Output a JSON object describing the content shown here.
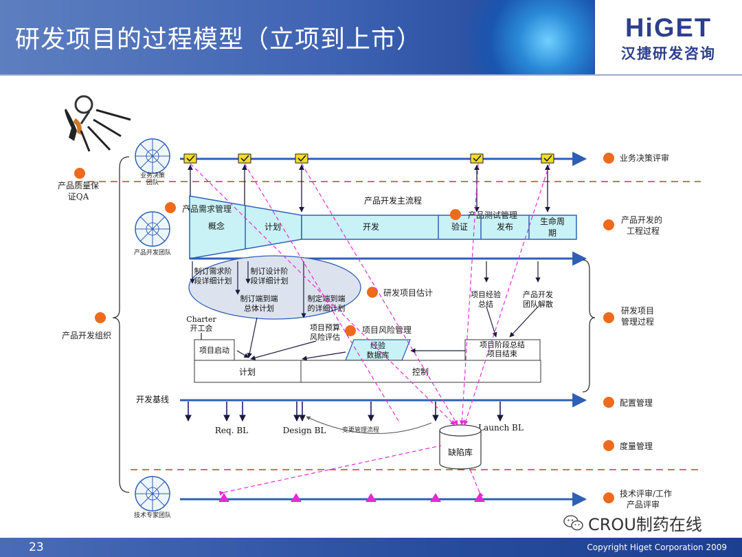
{
  "header": {
    "title": "研发项目的过程模型（立项到上市）"
  },
  "logo": {
    "main": "HiGET",
    "sub": "汉捷研发咨询"
  },
  "footer": {
    "page": "23",
    "copyright": "Copyright  Higet  Corporation  2009"
  },
  "watermark": {
    "text": "CROU制药在线"
  },
  "left_labels": {
    "qa": [
      "产品质量保",
      "证QA"
    ],
    "org": "产品开发组织"
  },
  "teams": {
    "business": [
      "业务决策",
      "团队"
    ],
    "dev": "产品开发团队",
    "tech": "技术专家团队"
  },
  "right_labels": {
    "business_review": "业务决策评审",
    "eng": [
      "产品开发的",
      "工程过程"
    ],
    "mgmt": [
      "研发项目",
      "管理过程"
    ],
    "config": "配置管理",
    "metric": "度量管理",
    "tech_review": [
      "技术评审/工作",
      "产品评审"
    ]
  },
  "process": {
    "main_flow": "产品开发主流程",
    "req_mgmt": "产品需求管理",
    "test_mgmt": "产品测试管理",
    "phases": {
      "concept": "概念",
      "plan": "计划",
      "develop": "开发",
      "verify": "验证",
      "release": "发布",
      "lifecycle": [
        "生命周",
        "期"
      ]
    }
  },
  "planning": {
    "req_plan": [
      "制订需求阶",
      "段详细计划"
    ],
    "design_plan": [
      "制订设计阶",
      "段详细计划"
    ],
    "e2e_overall": [
      "制订端到端",
      "总体计划"
    ],
    "e2e_detail": [
      "制定端到端",
      "的详细计划"
    ],
    "estimate": "研发项目估计",
    "budget": [
      "项目预算",
      "风险评估"
    ],
    "risk": "项目风险管理",
    "charter": [
      "Charter",
      "开工会"
    ],
    "kickoff": "项目启动",
    "experience_db": [
      "经验",
      "数据库"
    ],
    "lessons": [
      "项目经验",
      "总结"
    ],
    "disband": [
      "产品开发",
      "团队解散"
    ],
    "phase_close": [
      "项目阶段总结",
      "项目结束"
    ],
    "plan": "计划",
    "control": "控制"
  },
  "baseline": {
    "label": "开发基线",
    "req_bl": "Req. BL",
    "design_bl": "Design BL",
    "launch_bl": "Launch BL",
    "change_flow": "变更管理流程",
    "defect_db": "缺陷库"
  },
  "colors": {
    "accent_blue": "#2e5fb5",
    "node_orange": "#ee6a1c",
    "fill_cyan": "#c9f2f6",
    "dashed_red": "#d9322b",
    "pink": "#e22bd8",
    "check_yellow": "#f5de1a"
  }
}
